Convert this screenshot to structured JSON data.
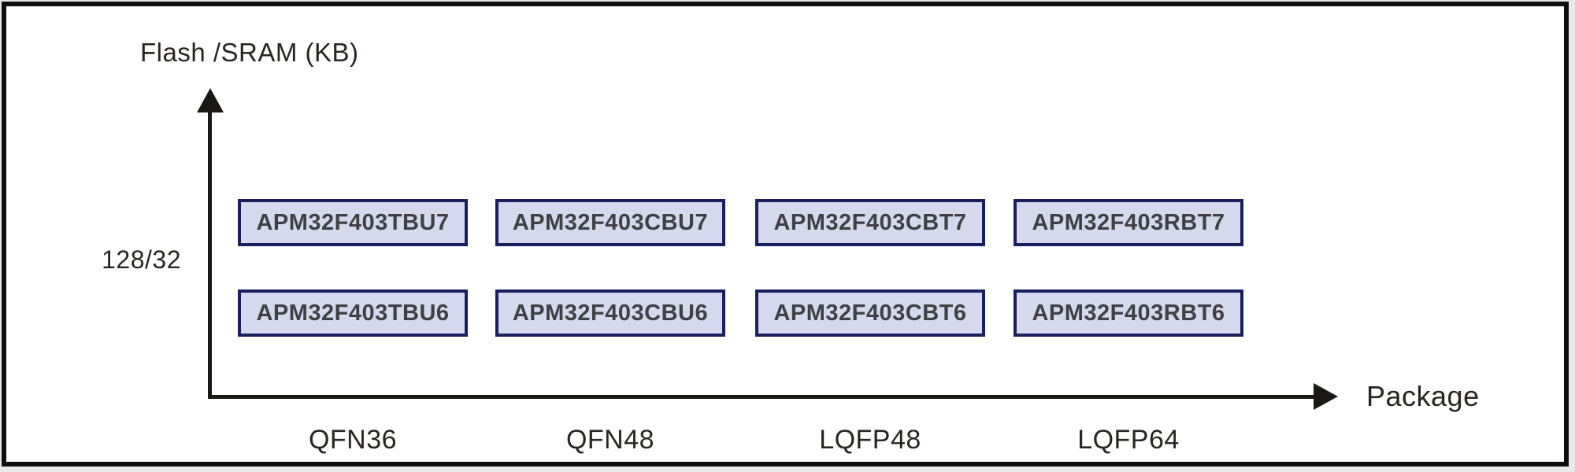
{
  "diagram": {
    "y_axis_label": "Flash /SRAM (KB)",
    "x_axis_label": "Package",
    "row_label": "128/32",
    "columns": [
      {
        "package": "QFN36",
        "parts": [
          "APM32F403TBU7",
          "APM32F403TBU6"
        ]
      },
      {
        "package": "QFN48",
        "parts": [
          "APM32F403CBU7",
          "APM32F403CBU6"
        ]
      },
      {
        "package": "LQFP48",
        "parts": [
          "APM32F403CBT7",
          "APM32F403CBT6"
        ]
      },
      {
        "package": "LQFP64",
        "parts": [
          "APM32F403RBT7",
          "APM32F403RBT6"
        ]
      }
    ],
    "colors": {
      "box_fill": "#d6d8ed",
      "box_border": "#1a1f5f",
      "box_text": "#3e4044",
      "axis_color": "#1c1717",
      "label_color": "#2a2423",
      "frame_border": "#0f0d0d",
      "page_background": "#e9e9e9",
      "canvas_background": "#ffffff"
    }
  }
}
